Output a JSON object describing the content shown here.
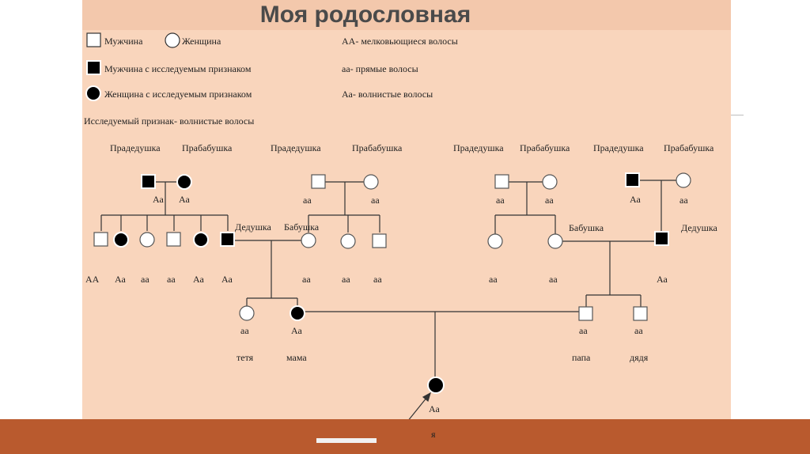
{
  "title": "Моя родословная",
  "legend": {
    "male": "Мужчина",
    "female": "Женщина",
    "affected_male": "Мужчина с исследуемым признаком",
    "affected_female": "Женщина с исследуемым признаком",
    "genotype_AA": "АА- мелковьющиеся волосы",
    "genotype_aa": "аа- прямые волосы",
    "genotype_Aa": "Аа-  волнистые волосы",
    "trait": "Исследуемый признак- волнистые волосы"
  },
  "labels": {
    "ggf1": "Прадедушка",
    "ggm1": "Прабабушка",
    "ggf2": "Прадедушка",
    "ggm2": "Прабабушка",
    "ggf3": "Прадедушка",
    "ggm3": "Прабабушка",
    "ggf4": "Прадедушка",
    "ggm4": "Прабабушка",
    "grandfather_left": "Дедушка",
    "grandmother_left": "Бабушка",
    "grandmother_right": "Бабушка",
    "grandfather_right": "Дедушка",
    "aunt": "тетя",
    "mother": "мама",
    "father": "папа",
    "uncle": "дядя",
    "me": "я"
  },
  "genotypes": {
    "ggf1": "Аа",
    "ggm1": "Аа",
    "ggf2": "аа",
    "ggm2": "аа",
    "ggf3": "аа",
    "ggm3": "аа",
    "ggf4": "Аа",
    "ggm4": "аа",
    "c1": "АА",
    "c2": "Аа",
    "c3": "аа",
    "c4": "аа",
    "c5": "Аа",
    "grandfather_left": "Аа",
    "grandmother_left": "аа",
    "c7": "аа",
    "c8": "аа",
    "r1": "аа",
    "grandmother_right": "аа",
    "grandfather_right": "Аа",
    "aunt": "аа",
    "mother": "Аа",
    "father": "аа",
    "uncle": "аа",
    "me": "Аа"
  }
}
